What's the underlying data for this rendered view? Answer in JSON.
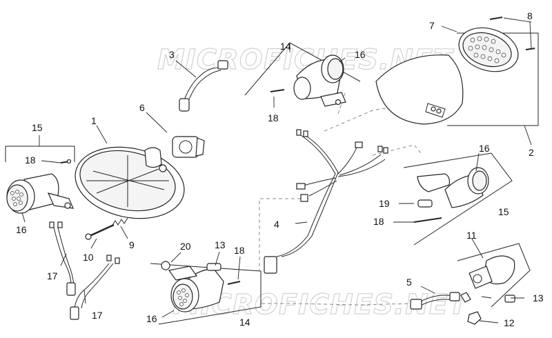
{
  "watermarks": [
    "MICROFICHES.NET",
    "MICROFICHES.NET"
  ],
  "callouts": {
    "c1": "1",
    "c2": "2",
    "c3": "3",
    "c4": "4",
    "c5": "5",
    "c6": "6",
    "c7": "7",
    "c8": "8",
    "c9": "9",
    "c10": "10",
    "c11": "11",
    "c12": "12",
    "c13": "13",
    "c13b": "13",
    "c14a": "14",
    "c14b": "14",
    "c15a": "15",
    "c15b": "15",
    "c16a": "16",
    "c16b": "16",
    "c16c": "16",
    "c16d": "16",
    "c17a": "17",
    "c17b": "17",
    "c18a": "18",
    "c18b": "18",
    "c18c": "18",
    "c18d": "18",
    "c19": "19",
    "c20": "20"
  }
}
